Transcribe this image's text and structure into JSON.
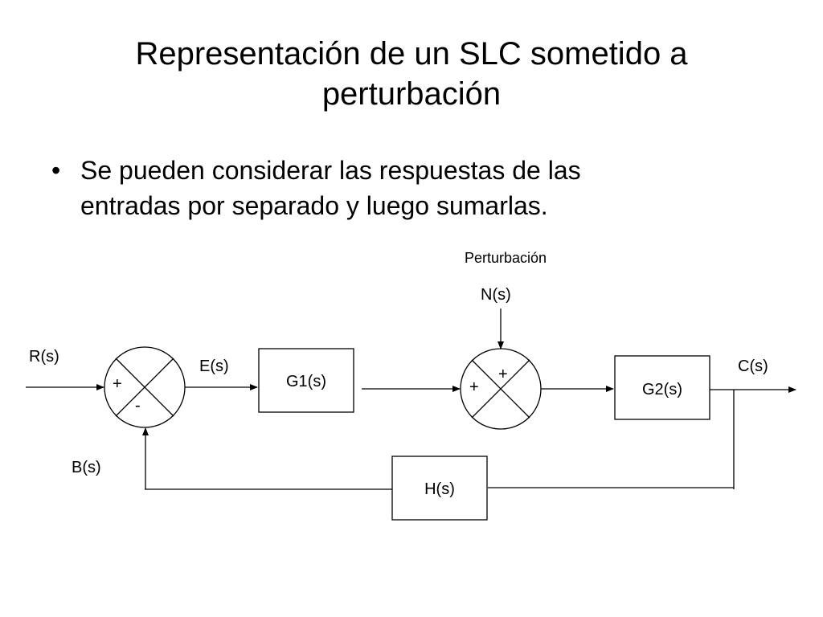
{
  "slide": {
    "title_line1": "Representación de un SLC sometido a",
    "title_line2": "perturbación",
    "bullet_marker": "•",
    "bullet_line1": "Se pueden considerar las respuestas de las",
    "bullet_line2": "entradas por separado y luego sumarlas."
  },
  "diagram": {
    "input_label": "R(s)",
    "error_label": "E(s)",
    "feedback_label": "B(s)",
    "output_label": "C(s)",
    "disturbance_caption": "Perturbación",
    "disturbance_label": "N(s)",
    "block_g1": "G1(s)",
    "block_g2": "G2(s)",
    "block_h": "H(s)",
    "sum1_sign_top": "+",
    "sum1_sign_bottom": "-",
    "sum2_sign_top": "+",
    "sum2_sign_left": "+"
  }
}
